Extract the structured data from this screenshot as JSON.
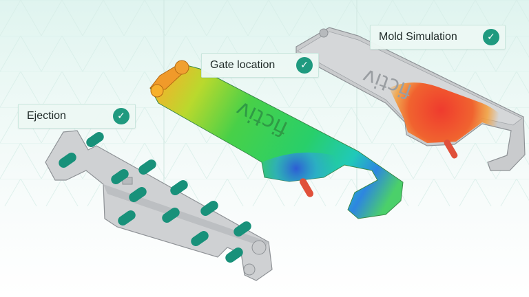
{
  "labels": {
    "ejection": {
      "text": "Ejection",
      "icon": "check-icon",
      "color": "#1f9a7f"
    },
    "gate_location": {
      "text": "Gate location",
      "icon": "check-icon",
      "color": "#1f9a7f"
    },
    "mold_simulation": {
      "text": "Mold Simulation",
      "icon": "check-icon",
      "color": "#1f9a7f"
    }
  },
  "part_logo": {
    "text": "fictiv"
  },
  "colors": {
    "accent": "#1f9a7f",
    "ejector_pin": "#18917a",
    "gate_marker": "#e0503a",
    "part_gray": "#c9cbcd"
  },
  "check_glyph": "✓"
}
